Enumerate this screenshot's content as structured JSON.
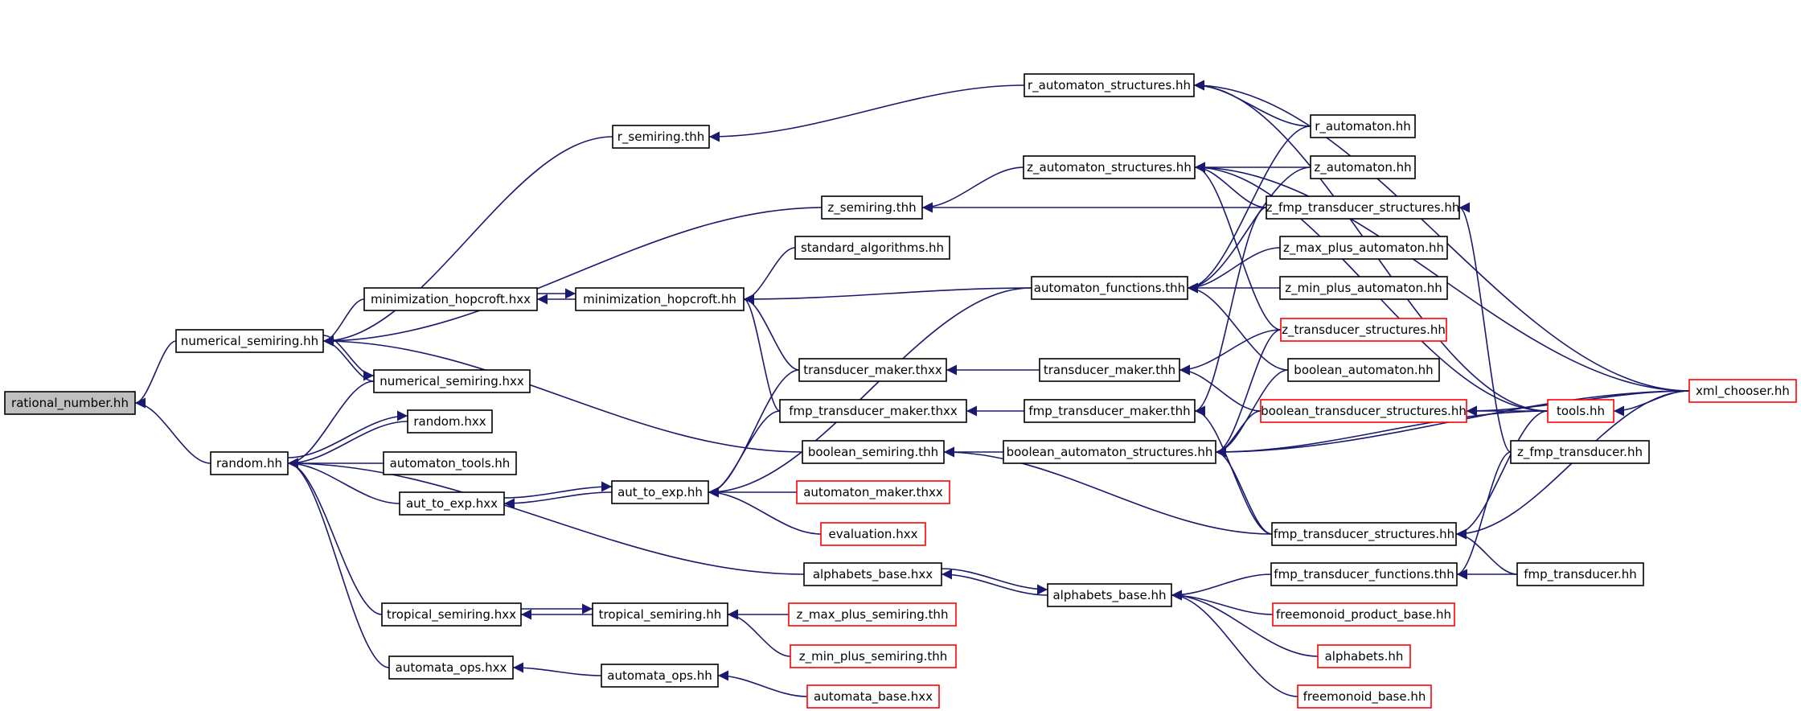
{
  "colors": {
    "edge": "#191970",
    "border_default": "#000000",
    "border_incomplete": "#ff0000",
    "focus_fill": "#bfbfbf",
    "background": "#ffffff"
  },
  "nodes": {
    "rational_number_hh": {
      "label": "rational_number.hh",
      "focus": true
    },
    "numerical_semiring_hh": {
      "label": "numerical_semiring.hh"
    },
    "random_hh": {
      "label": "random.hh"
    },
    "r_semiring_thh": {
      "label": "r_semiring.thh"
    },
    "z_semiring_thh": {
      "label": "z_semiring.thh"
    },
    "minimization_hopcroft_hxx": {
      "label": "minimization_hopcroft.hxx"
    },
    "minimization_hopcroft_hh": {
      "label": "minimization_hopcroft.hh"
    },
    "numerical_semiring_hxx": {
      "label": "numerical_semiring.hxx"
    },
    "random_hxx": {
      "label": "random.hxx"
    },
    "automaton_tools_hh": {
      "label": "automaton_tools.hh"
    },
    "aut_to_exp_hxx": {
      "label": "aut_to_exp.hxx"
    },
    "aut_to_exp_hh": {
      "label": "aut_to_exp.hh"
    },
    "tropical_semiring_hxx": {
      "label": "tropical_semiring.hxx"
    },
    "tropical_semiring_hh": {
      "label": "tropical_semiring.hh"
    },
    "automata_ops_hxx": {
      "label": "automata_ops.hxx"
    },
    "automata_ops_hh": {
      "label": "automata_ops.hh"
    },
    "standard_algorithms_hh": {
      "label": "standard_algorithms.hh"
    },
    "transducer_maker_thxx": {
      "label": "transducer_maker.thxx"
    },
    "fmp_transducer_maker_thxx": {
      "label": "fmp_transducer_maker.thxx"
    },
    "boolean_semiring_thh": {
      "label": "boolean_semiring.thh"
    },
    "automaton_maker_thxx": {
      "label": "automaton_maker.thxx",
      "incomplete": true
    },
    "evaluation_hxx": {
      "label": "evaluation.hxx",
      "incomplete": true
    },
    "alphabets_base_hxx": {
      "label": "alphabets_base.hxx"
    },
    "z_max_plus_semiring_thh": {
      "label": "z_max_plus_semiring.thh",
      "incomplete": true
    },
    "z_min_plus_semiring_thh": {
      "label": "z_min_plus_semiring.thh",
      "incomplete": true
    },
    "automata_base_hxx": {
      "label": "automata_base.hxx",
      "incomplete": true
    },
    "r_automaton_structures_hh": {
      "label": "r_automaton_structures.hh"
    },
    "z_automaton_structures_hh": {
      "label": "z_automaton_structures.hh"
    },
    "automaton_functions_thh": {
      "label": "automaton_functions.thh"
    },
    "transducer_maker_thh": {
      "label": "transducer_maker.thh"
    },
    "fmp_transducer_maker_thh": {
      "label": "fmp_transducer_maker.thh"
    },
    "boolean_automaton_structures_hh": {
      "label": "boolean_automaton_structures.hh"
    },
    "alphabets_base_hh": {
      "label": "alphabets_base.hh"
    },
    "r_automaton_hh": {
      "label": "r_automaton.hh"
    },
    "z_automaton_hh": {
      "label": "z_automaton.hh"
    },
    "z_fmp_transducer_structures_hh": {
      "label": "z_fmp_transducer_structures.hh"
    },
    "z_max_plus_automaton_hh": {
      "label": "z_max_plus_automaton.hh"
    },
    "z_min_plus_automaton_hh": {
      "label": "z_min_plus_automaton.hh"
    },
    "z_transducer_structures_hh": {
      "label": "z_transducer_structures.hh",
      "incomplete": true
    },
    "boolean_automaton_hh": {
      "label": "boolean_automaton.hh"
    },
    "boolean_transducer_structures_hh": {
      "label": "boolean_transducer_structures.hh",
      "incomplete": true
    },
    "fmp_transducer_structures_hh": {
      "label": "fmp_transducer_structures.hh"
    },
    "fmp_transducer_functions_thh": {
      "label": "fmp_transducer_functions.thh"
    },
    "freemonoid_product_base_hh": {
      "label": "freemonoid_product_base.hh",
      "incomplete": true
    },
    "alphabets_hh": {
      "label": "alphabets.hh",
      "incomplete": true
    },
    "freemonoid_base_hh": {
      "label": "freemonoid_base.hh",
      "incomplete": true
    },
    "tools_hh": {
      "label": "tools.hh",
      "incomplete": true
    },
    "z_fmp_transducer_hh": {
      "label": "z_fmp_transducer.hh"
    },
    "fmp_transducer_hh": {
      "label": "fmp_transducer.hh"
    },
    "xml_chooser_hh": {
      "label": "xml_chooser.hh",
      "incomplete": true
    }
  },
  "edges": [
    [
      "numerical_semiring_hh",
      "rational_number_hh"
    ],
    [
      "random_hh",
      "rational_number_hh"
    ],
    [
      "r_semiring_thh",
      "numerical_semiring_hh"
    ],
    [
      "z_semiring_thh",
      "numerical_semiring_hh"
    ],
    [
      "minimization_hopcroft_hxx",
      "numerical_semiring_hh"
    ],
    [
      "numerical_semiring_hxx",
      "numerical_semiring_hh"
    ],
    [
      "boolean_semiring_thh",
      "numerical_semiring_hh"
    ],
    [
      "numerical_semiring_hh",
      "numerical_semiring_hxx"
    ],
    [
      "numerical_semiring_hxx",
      "random_hh"
    ],
    [
      "random_hxx",
      "random_hh"
    ],
    [
      "automaton_tools_hh",
      "random_hh"
    ],
    [
      "aut_to_exp_hxx",
      "random_hh"
    ],
    [
      "alphabets_base_hxx",
      "random_hh"
    ],
    [
      "tropical_semiring_hxx",
      "random_hh"
    ],
    [
      "automata_ops_hxx",
      "random_hh"
    ],
    [
      "random_hh",
      "random_hxx"
    ],
    [
      "minimization_hopcroft_hh",
      "minimization_hopcroft_hxx"
    ],
    [
      "minimization_hopcroft_hxx",
      "minimization_hopcroft_hh"
    ],
    [
      "standard_algorithms_hh",
      "minimization_hopcroft_hh"
    ],
    [
      "automaton_functions_thh",
      "minimization_hopcroft_hh"
    ],
    [
      "transducer_maker_thxx",
      "minimization_hopcroft_hh"
    ],
    [
      "fmp_transducer_maker_thxx",
      "minimization_hopcroft_hh"
    ],
    [
      "aut_to_exp_hh",
      "aut_to_exp_hxx"
    ],
    [
      "aut_to_exp_hxx",
      "aut_to_exp_hh"
    ],
    [
      "automaton_maker_thxx",
      "aut_to_exp_hh"
    ],
    [
      "evaluation_hxx",
      "aut_to_exp_hh"
    ],
    [
      "transducer_maker_thxx",
      "aut_to_exp_hh"
    ],
    [
      "fmp_transducer_maker_thxx",
      "aut_to_exp_hh"
    ],
    [
      "automaton_functions_thh",
      "aut_to_exp_hh"
    ],
    [
      "tropical_semiring_hh",
      "tropical_semiring_hxx"
    ],
    [
      "tropical_semiring_hxx",
      "tropical_semiring_hh"
    ],
    [
      "z_max_plus_semiring_thh",
      "tropical_semiring_hh"
    ],
    [
      "z_min_plus_semiring_thh",
      "tropical_semiring_hh"
    ],
    [
      "automata_ops_hh",
      "automata_ops_hxx"
    ],
    [
      "automata_base_hxx",
      "automata_ops_hh"
    ],
    [
      "r_automaton_structures_hh",
      "r_semiring_thh"
    ],
    [
      "z_automaton_structures_hh",
      "z_semiring_thh"
    ],
    [
      "z_fmp_transducer_structures_hh",
      "z_semiring_thh"
    ],
    [
      "transducer_maker_thh",
      "transducer_maker_thxx"
    ],
    [
      "fmp_transducer_maker_thh",
      "fmp_transducer_maker_thxx"
    ],
    [
      "boolean_automaton_structures_hh",
      "boolean_semiring_thh"
    ],
    [
      "fmp_transducer_structures_hh",
      "boolean_semiring_thh"
    ],
    [
      "alphabets_base_hh",
      "alphabets_base_hxx"
    ],
    [
      "alphabets_base_hxx",
      "alphabets_base_hh"
    ],
    [
      "r_automaton_hh",
      "r_automaton_structures_hh"
    ],
    [
      "tools_hh",
      "r_automaton_structures_hh"
    ],
    [
      "xml_chooser_hh",
      "r_automaton_structures_hh"
    ],
    [
      "z_automaton_hh",
      "z_automaton_structures_hh"
    ],
    [
      "z_fmp_transducer_structures_hh",
      "z_automaton_structures_hh"
    ],
    [
      "tools_hh",
      "z_automaton_structures_hh"
    ],
    [
      "xml_chooser_hh",
      "z_automaton_structures_hh"
    ],
    [
      "z_max_plus_automaton_hh",
      "automaton_functions_thh"
    ],
    [
      "z_min_plus_automaton_hh",
      "automaton_functions_thh"
    ],
    [
      "boolean_automaton_hh",
      "automaton_functions_thh"
    ],
    [
      "r_automaton_hh",
      "automaton_functions_thh"
    ],
    [
      "z_automaton_hh",
      "automaton_functions_thh"
    ],
    [
      "z_transducer_structures_hh",
      "transducer_maker_thh"
    ],
    [
      "boolean_transducer_structures_hh",
      "transducer_maker_thh"
    ],
    [
      "fmp_transducer_structures_hh",
      "fmp_transducer_maker_thh"
    ],
    [
      "z_fmp_transducer_structures_hh",
      "fmp_transducer_maker_thh"
    ],
    [
      "boolean_automaton_hh",
      "boolean_automaton_structures_hh"
    ],
    [
      "boolean_transducer_structures_hh",
      "boolean_automaton_structures_hh"
    ],
    [
      "tools_hh",
      "boolean_automaton_structures_hh"
    ],
    [
      "xml_chooser_hh",
      "boolean_automaton_structures_hh"
    ],
    [
      "fmp_transducer_structures_hh",
      "boolean_automaton_structures_hh"
    ],
    [
      "z_transducer_structures_hh",
      "boolean_automaton_structures_hh"
    ],
    [
      "fmp_transducer_functions_thh",
      "alphabets_base_hh"
    ],
    [
      "freemonoid_product_base_hh",
      "alphabets_base_hh"
    ],
    [
      "alphabets_hh",
      "alphabets_base_hh"
    ],
    [
      "freemonoid_base_hh",
      "alphabets_base_hh"
    ],
    [
      "z_transducer_structures_hh",
      "z_automaton_structures_hh"
    ],
    [
      "tools_hh",
      "boolean_transducer_structures_hh"
    ],
    [
      "xml_chooser_hh",
      "boolean_transducer_structures_hh"
    ],
    [
      "xml_chooser_hh",
      "tools_hh"
    ],
    [
      "z_fmp_transducer_hh",
      "z_fmp_transducer_structures_hh"
    ],
    [
      "tools_hh",
      "fmp_transducer_structures_hh"
    ],
    [
      "xml_chooser_hh",
      "fmp_transducer_structures_hh"
    ],
    [
      "fmp_transducer_hh",
      "fmp_transducer_structures_hh"
    ],
    [
      "z_fmp_transducer_hh",
      "fmp_transducer_functions_thh"
    ],
    [
      "fmp_transducer_hh",
      "fmp_transducer_functions_thh"
    ]
  ]
}
